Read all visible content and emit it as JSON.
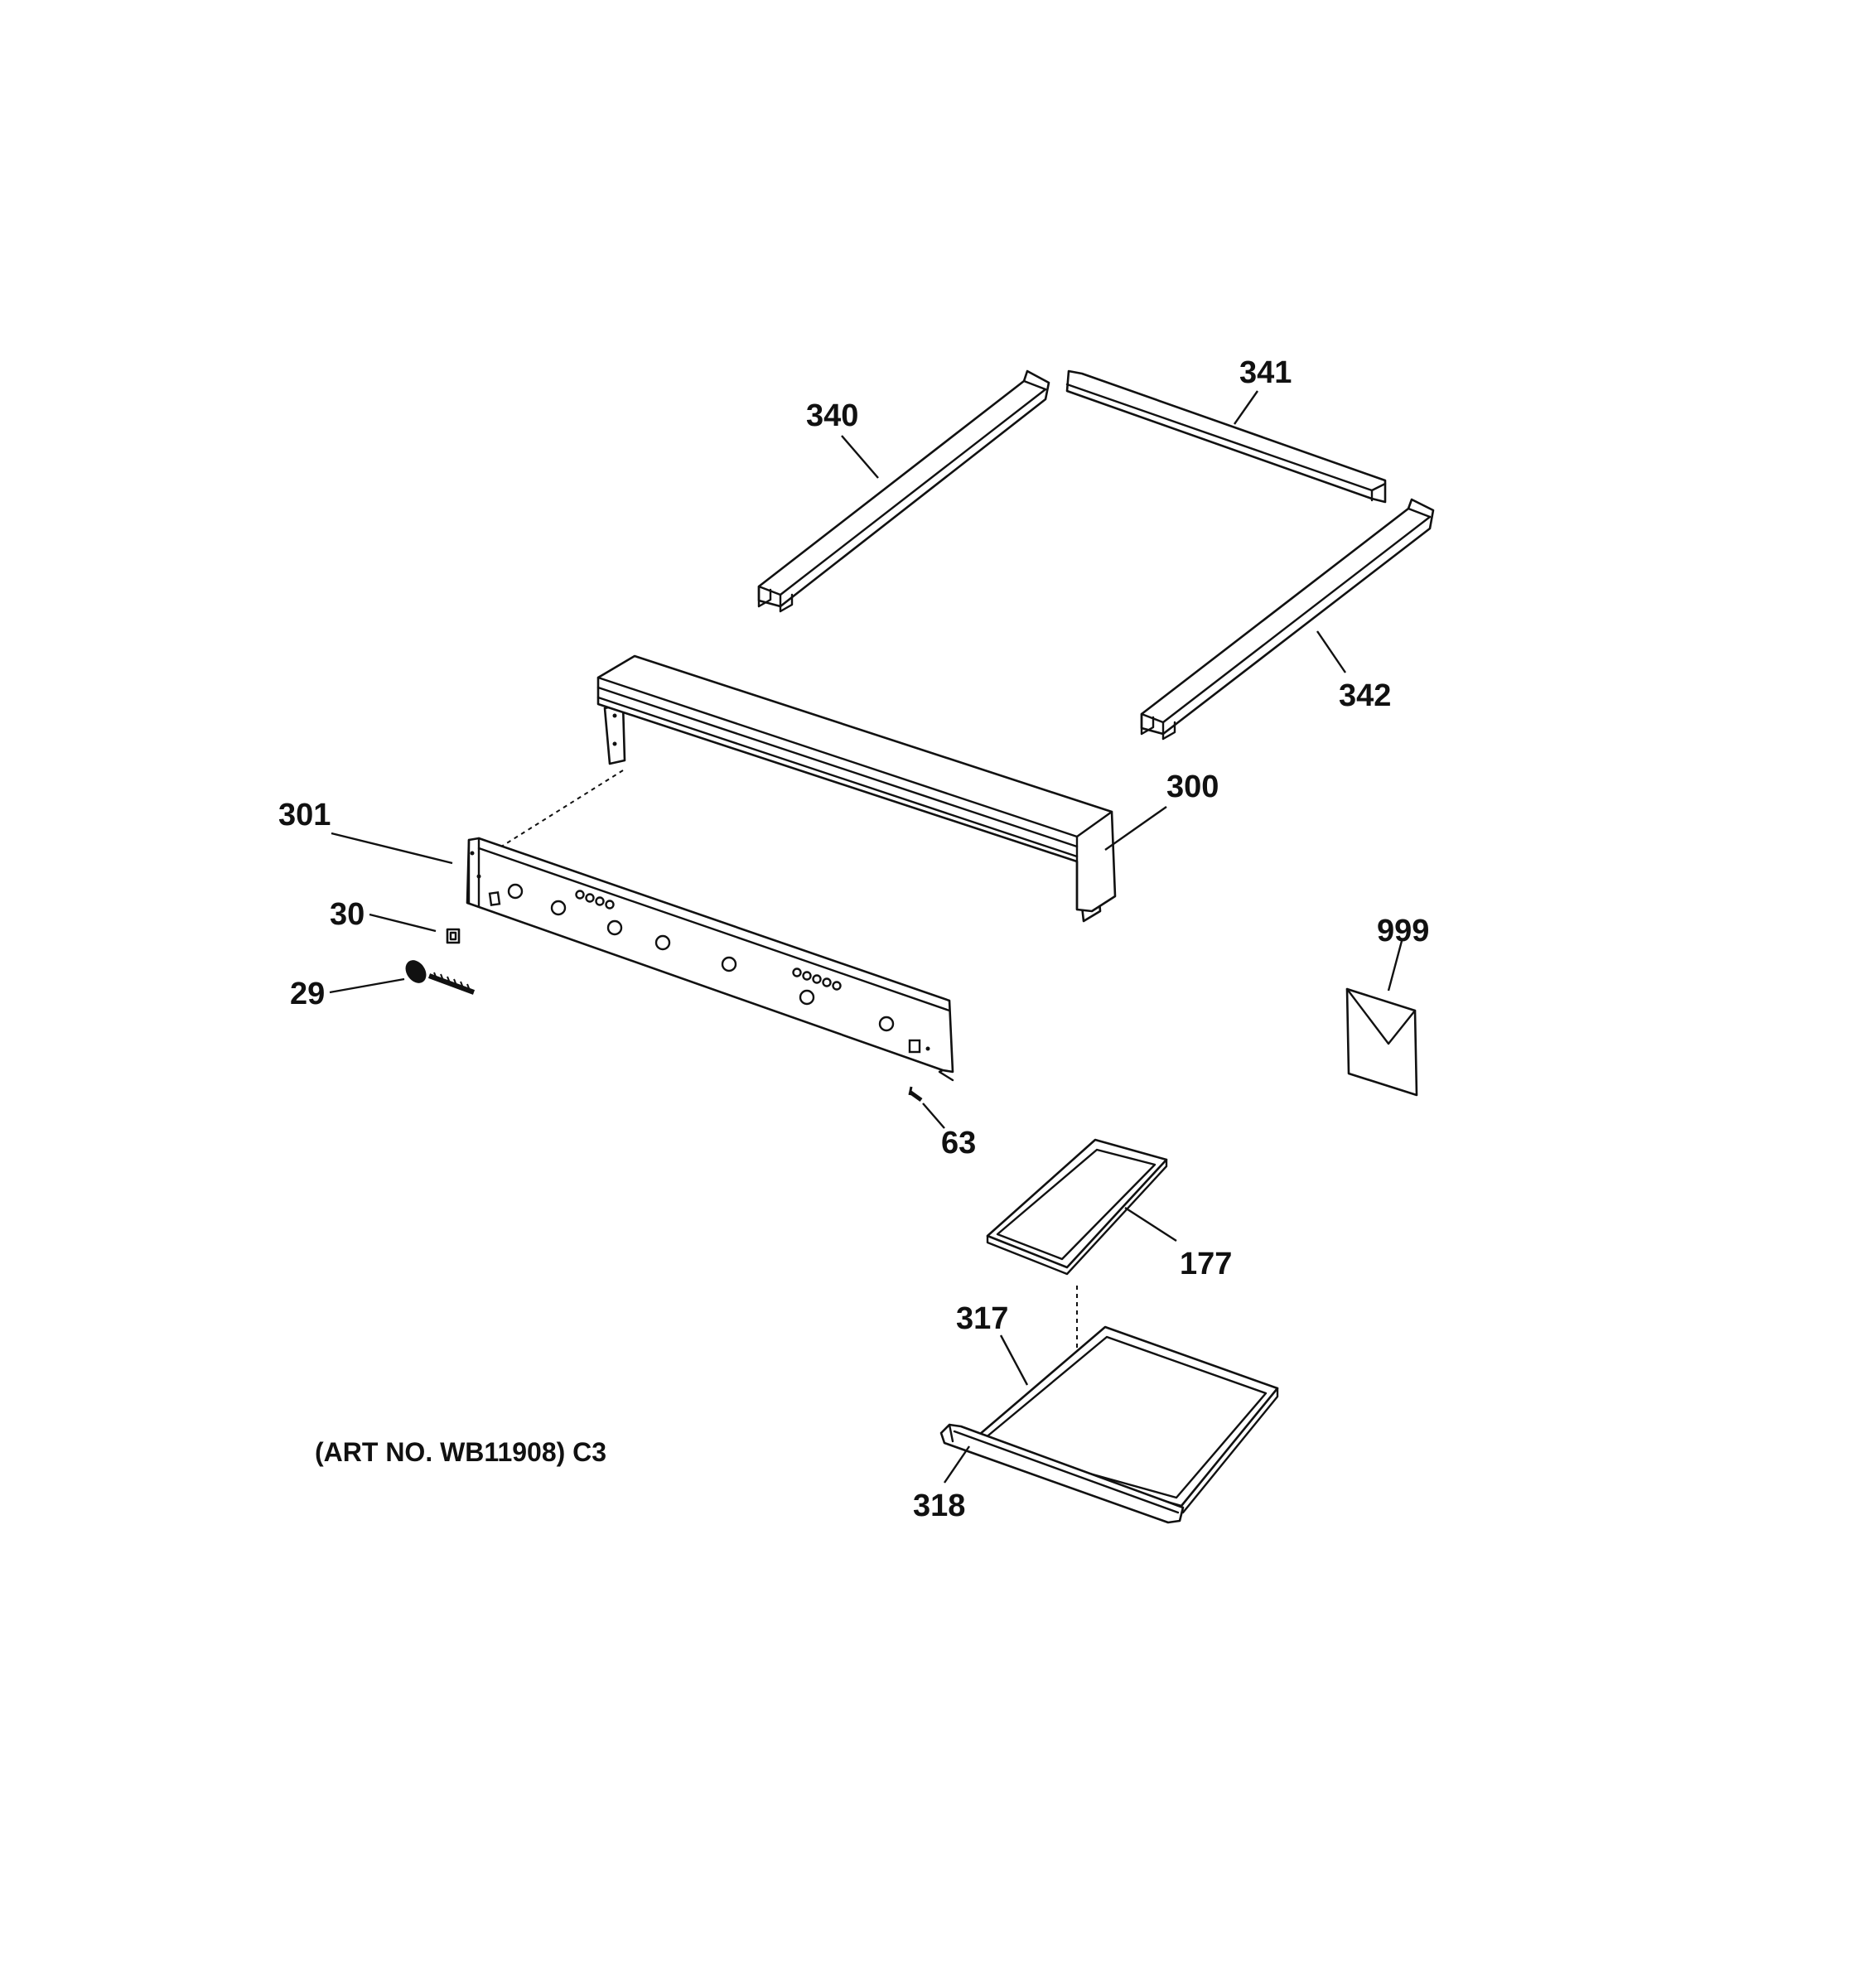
{
  "diagram": {
    "part_labels": {
      "p340": "340",
      "p341": "341",
      "p342": "342",
      "p300": "300",
      "p301": "301",
      "p30": "30",
      "p29": "29",
      "p63": "63",
      "p999": "999",
      "p177": "177",
      "p317": "317",
      "p318": "318"
    },
    "art_number": "(ART NO. WB11908) C3"
  }
}
